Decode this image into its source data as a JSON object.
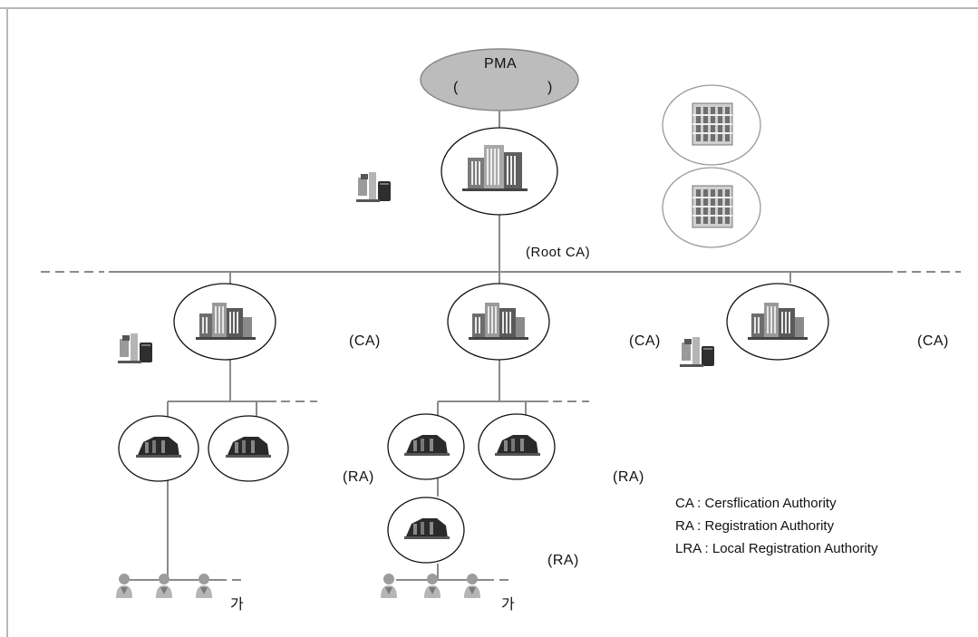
{
  "diagram": {
    "pma": {
      "name": "PMA",
      "paren_open": "(",
      "paren_close": ")"
    },
    "root_ca_label": "(Root CA)",
    "ca_labels": [
      "(CA)",
      "(CA)",
      "(CA)"
    ],
    "ra_labels": [
      "(RA)",
      "(RA)",
      "(RA)"
    ],
    "user_group_suffix": [
      "가",
      "가"
    ],
    "legend": [
      "CA : Cersflication Authority",
      "RA : Registration Authority",
      "LRA : Local Registration Authority"
    ]
  },
  "colors": {
    "line": "#8a8a8a",
    "dash": "#8a8a8a",
    "frame": "#b8b8b8",
    "ellipse": "#111111",
    "pma_fill": "#bcbcbc"
  },
  "icons": [
    "building-icon",
    "server-icon",
    "router-icon",
    "user-icon"
  ]
}
